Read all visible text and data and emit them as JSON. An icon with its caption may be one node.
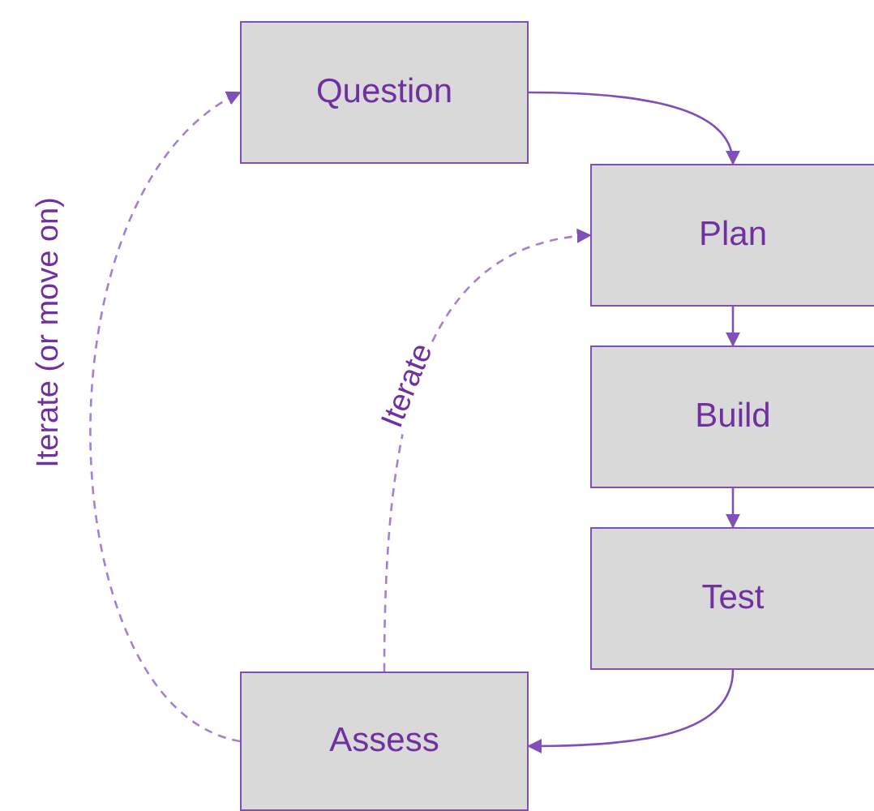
{
  "diagram": {
    "nodes": [
      {
        "text": [
          "Question"
        ]
      },
      {
        "text": [
          "Plan"
        ]
      },
      {
        "text": [
          "Build"
        ]
      },
      {
        "text": [
          "Test"
        ]
      },
      {
        "text": [
          "Assess"
        ]
      }
    ],
    "edges": [
      {
        "from": 0,
        "to": 1,
        "arrow": "to"
      },
      {
        "from": 1,
        "to": 2,
        "arrow": "to"
      },
      {
        "from": 2,
        "to": 3,
        "arrow": "to"
      },
      {
        "from": 3,
        "to": 4,
        "arrow": "to"
      },
      {
        "from": 4,
        "to": 0,
        "arrow": "to",
        "style": "dashed",
        "label": "Iterate (or move on)"
      },
      {
        "from": 4,
        "to": 1,
        "arrow": "to",
        "style": "dashed",
        "label": "Iterate"
      }
    ]
  }
}
